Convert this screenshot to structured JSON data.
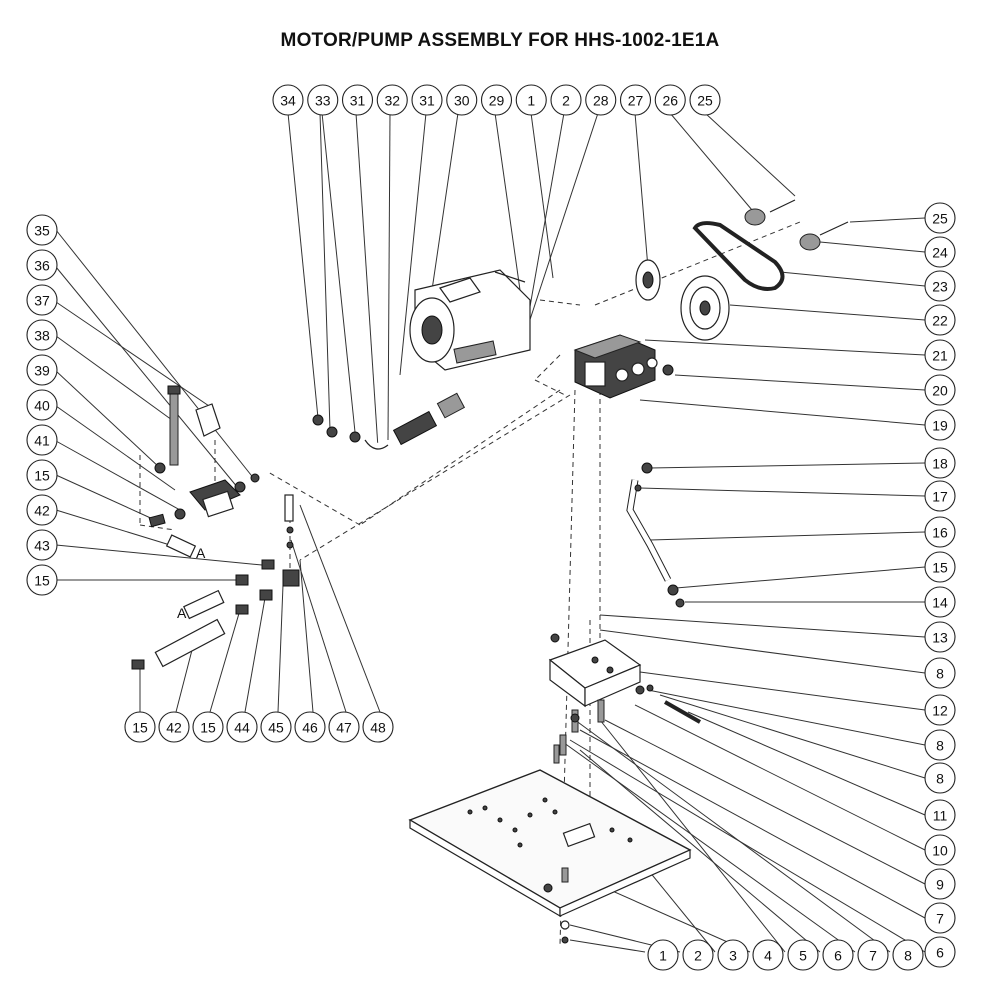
{
  "title": "MOTOR/PUMP ASSEMBLY FOR HHS-1002-1E1A",
  "section_marks": [
    "A",
    "A"
  ],
  "callouts_top": [
    "34",
    "33",
    "31",
    "32",
    "31",
    "30",
    "29",
    "1",
    "2",
    "28",
    "27",
    "26",
    "25"
  ],
  "callouts_left": [
    "35",
    "36",
    "37",
    "38",
    "39",
    "40",
    "41",
    "15",
    "42",
    "43",
    "15"
  ],
  "callouts_bottom_left": [
    "15",
    "42",
    "15",
    "44",
    "45",
    "46",
    "47",
    "48"
  ],
  "callouts_right": [
    "25",
    "24",
    "23",
    "22",
    "21",
    "20",
    "19",
    "18",
    "17",
    "16",
    "15",
    "14",
    "13",
    "8",
    "12",
    "8",
    "8",
    "11",
    "10",
    "9",
    "7",
    "6"
  ],
  "callouts_bottom": [
    "1",
    "2",
    "3",
    "4",
    "5",
    "6",
    "7",
    "8"
  ]
}
